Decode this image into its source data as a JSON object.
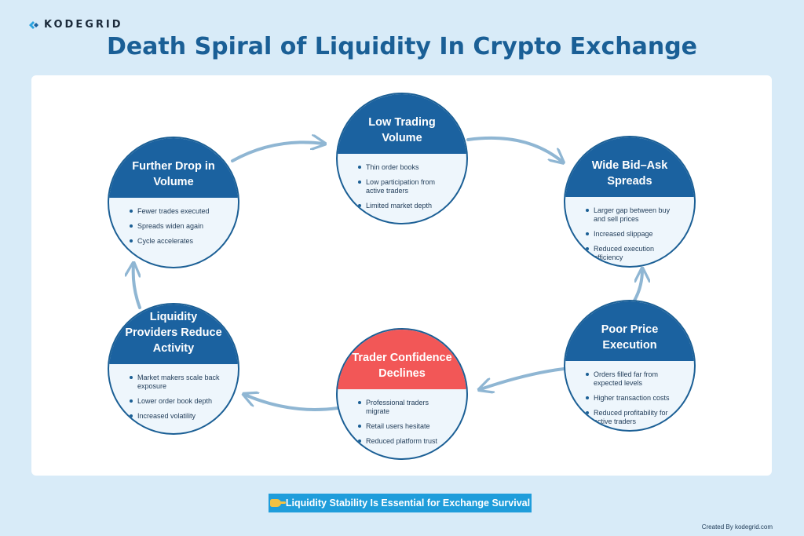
{
  "brand": {
    "name": "KODEGRID"
  },
  "title": "Death Spiral of Liquidity In Crypto Exchange",
  "nodes": [
    {
      "title": "Low Trading Volume",
      "bullets": [
        "Thin order books",
        "Low participation from active traders",
        "Limited market depth"
      ]
    },
    {
      "title": "Wide Bid–Ask Spreads",
      "bullets": [
        "Larger gap between buy and sell prices",
        "Increased slippage",
        "Reduced execution efficiency"
      ]
    },
    {
      "title": "Poor Price Execution",
      "bullets": [
        "Orders filled far from expected levels",
        "Higher transaction costs",
        "Reduced profitability for active traders"
      ]
    },
    {
      "title": "Trader Confidence Declines",
      "bullets": [
        "Professional traders migrate",
        "Retail users hesitate",
        "Reduced platform trust"
      ]
    },
    {
      "title": "Liquidity Providers Reduce Activity",
      "bullets": [
        "Market makers scale back exposure",
        "Lower order book depth",
        "Increased volatility"
      ]
    },
    {
      "title": "Further Drop in Volume",
      "bullets": [
        "Fewer trades executed",
        "Spreads widen again",
        "Cycle accelerates"
      ]
    }
  ],
  "banner": {
    "text": "Liquidity Stability Is Essential for Exchange Survival",
    "icon": "pointing-hand-icon"
  },
  "credit": "Created By kodegrid.com",
  "colors": {
    "primary": "#1b62a0",
    "highlight": "#f25757",
    "arrow": "#8fb6d3",
    "background": "#d8ebf8",
    "banner": "#1f9ddb"
  }
}
